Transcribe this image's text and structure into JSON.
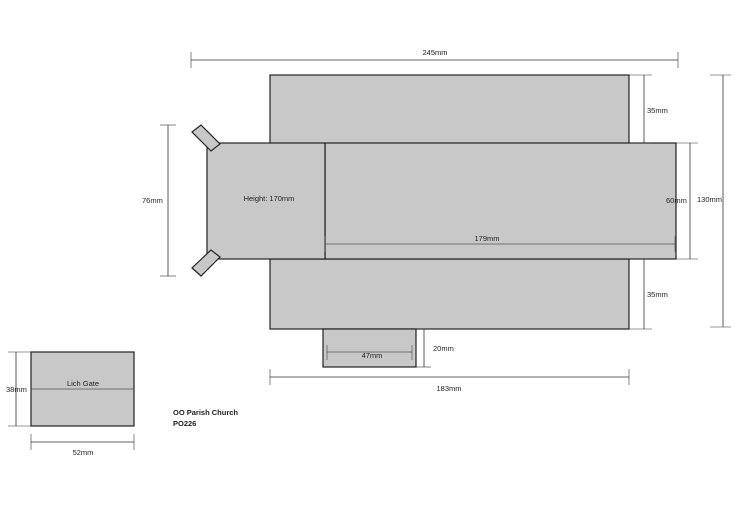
{
  "title": "OO Parish Church",
  "code": "PO226",
  "colors": {
    "fill": "#c8c8c8",
    "stroke": "#222222",
    "background": "#ffffff"
  },
  "labels": {
    "total_width": "245mm",
    "left_height": "76mm",
    "right_total": "130mm",
    "nave_height": "60mm",
    "top_wing": "35mm",
    "bottom_wing": "35mm",
    "nave_length": "179mm",
    "tower_height": "Height: 170mm",
    "porch_height": "20mm",
    "porch_width": "47mm",
    "transept_width": "183mm",
    "lich_gate_name": "Lich Gate",
    "lich_gate_height": "38mm",
    "lich_gate_width": "52mm"
  }
}
